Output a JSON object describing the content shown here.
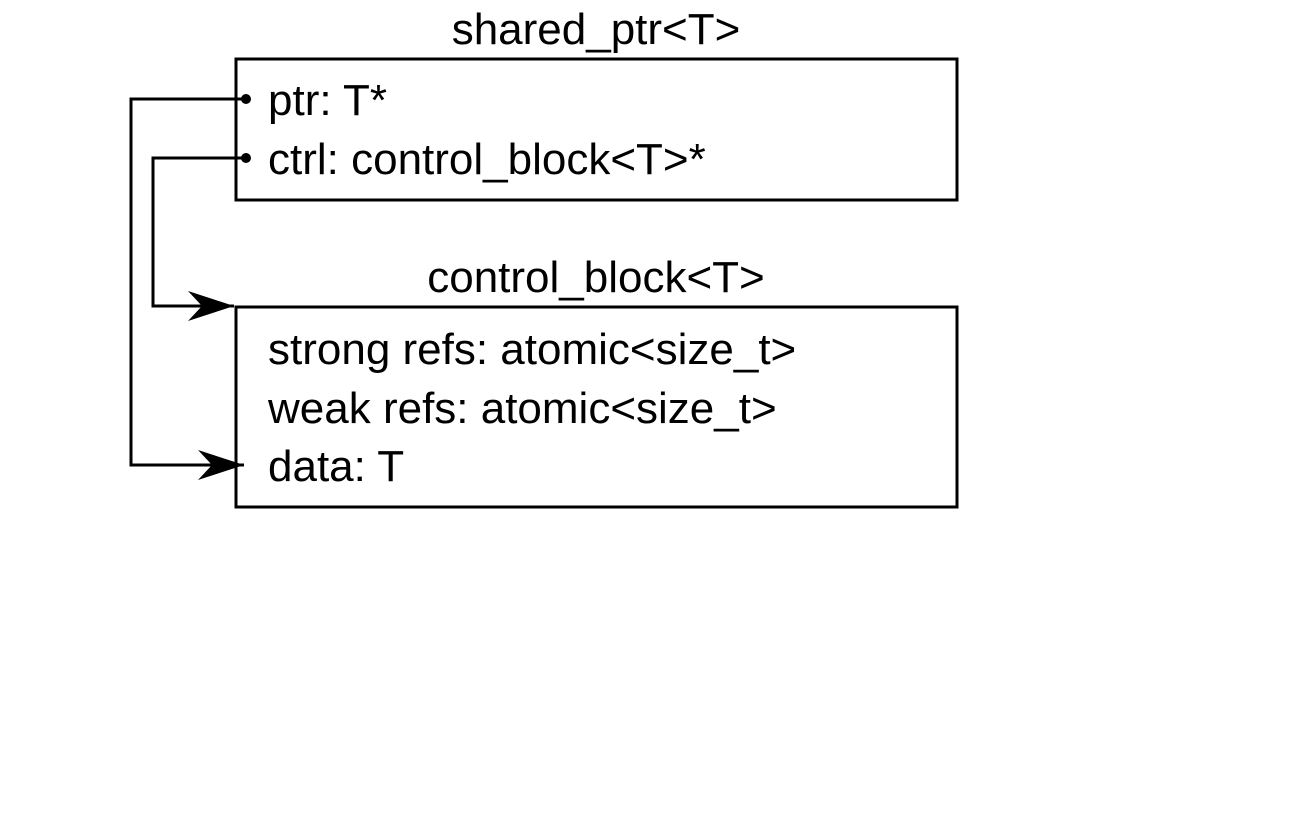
{
  "shared_ptr": {
    "title": "shared_ptr<T>",
    "fields": [
      "ptr: T*",
      "ctrl: control_block<T>*"
    ]
  },
  "control_block": {
    "title": "control_block<T>",
    "fields": [
      "strong refs: atomic<size_t>",
      "weak refs: atomic<size_t>",
      "data: T"
    ]
  },
  "colors": {
    "stroke": "#000000",
    "background": "#ffffff"
  }
}
